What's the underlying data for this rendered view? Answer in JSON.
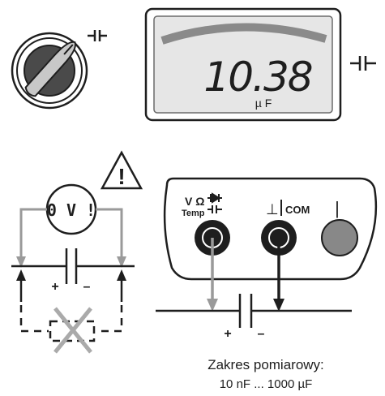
{
  "rotary_switch": {
    "symbol_icon": "capacitor-icon"
  },
  "display": {
    "reading": "10.38",
    "unit": "µ F",
    "symbol_icon": "capacitor-icon"
  },
  "circuit": {
    "voltage_warning": "0 V !",
    "warning_icon": "warning-triangle-icon",
    "plus": "+",
    "minus": "–",
    "crossed_component_icon": "crossed-capacitor-icon"
  },
  "meter_inputs": {
    "input_label_line1": "V Ω",
    "input_label_line2": "Temp",
    "com_symbol": "⊥",
    "com_label": "COM",
    "third_label": "|",
    "plus": "+",
    "minus": "–"
  },
  "caption": {
    "line1": "Zakres pomiarowy:",
    "line2": "10 nF ... 1000 µF"
  },
  "colors": {
    "outline": "#1e1e1e",
    "grey_lead": "#9a9a9a",
    "display_bg": "#e6e6e6",
    "display_arc": "#8a8a8a",
    "terminal_red": "#888888"
  }
}
